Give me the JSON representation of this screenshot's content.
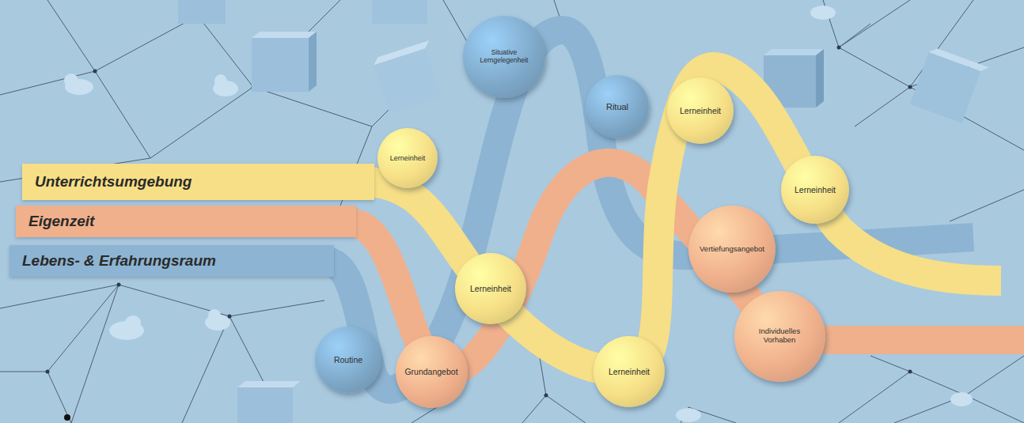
{
  "diagram": {
    "nodes": [
      {
        "text": [
          "Unterrichtsumgebung"
        ]
      },
      {
        "text": [
          "Eigenzeit"
        ]
      },
      {
        "text": [
          "Lebens- & Erfahrungsraum"
        ]
      },
      {
        "text": [
          "Situative Lerngelegenheit"
        ]
      },
      {
        "text": [
          "Ritual"
        ]
      },
      {
        "text": [
          "Lerneinheit"
        ]
      },
      {
        "text": [
          "Lerneinheit"
        ]
      },
      {
        "text": [
          "Lerneinheit"
        ]
      },
      {
        "text": [
          "Vertiefungsangebot"
        ]
      },
      {
        "text": [
          "Lerneinheit"
        ]
      },
      {
        "text": [
          "Individuelles Vorhaben"
        ]
      },
      {
        "text": [
          "Routine"
        ]
      },
      {
        "text": [
          "Grundangebot"
        ]
      },
      {
        "text": [
          "Lerneinheit"
        ]
      }
    ]
  }
}
